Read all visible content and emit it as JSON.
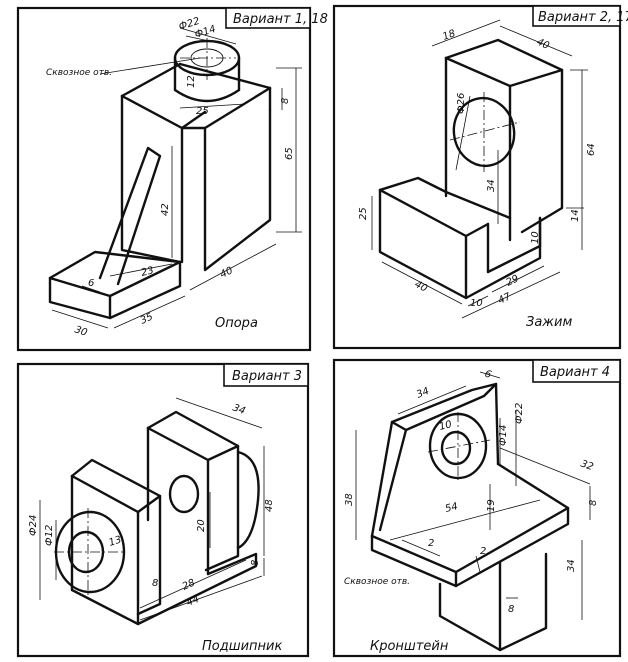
{
  "panels": [
    {
      "variant": "Вариант 1, 18",
      "caption": "Опора",
      "note": "Сквозное отв.",
      "dims": [
        "Ф22",
        "Ф14",
        "12",
        "25",
        "8",
        "65",
        "42",
        "23",
        "6",
        "40",
        "35",
        "30"
      ]
    },
    {
      "variant": "Вариант 2, 17",
      "caption": "Зажим",
      "dims": [
        "18",
        "40",
        "Ф26",
        "64",
        "34",
        "14",
        "25",
        "10",
        "40",
        "10",
        "29",
        "47"
      ]
    },
    {
      "variant": "Вариант 3",
      "caption": "Подшипник",
      "dims": [
        "34",
        "48",
        "Ф24",
        "Ф12",
        "13",
        "20",
        "8",
        "28",
        "44",
        "8"
      ]
    },
    {
      "variant": "Вариант 4",
      "caption": "Кронштейн",
      "note": "Сквозное отв.",
      "dims": [
        "34",
        "6",
        "10",
        "Ф14",
        "Ф22",
        "32",
        "38",
        "54",
        "19",
        "8",
        "2",
        "2",
        "34",
        "8"
      ]
    }
  ]
}
